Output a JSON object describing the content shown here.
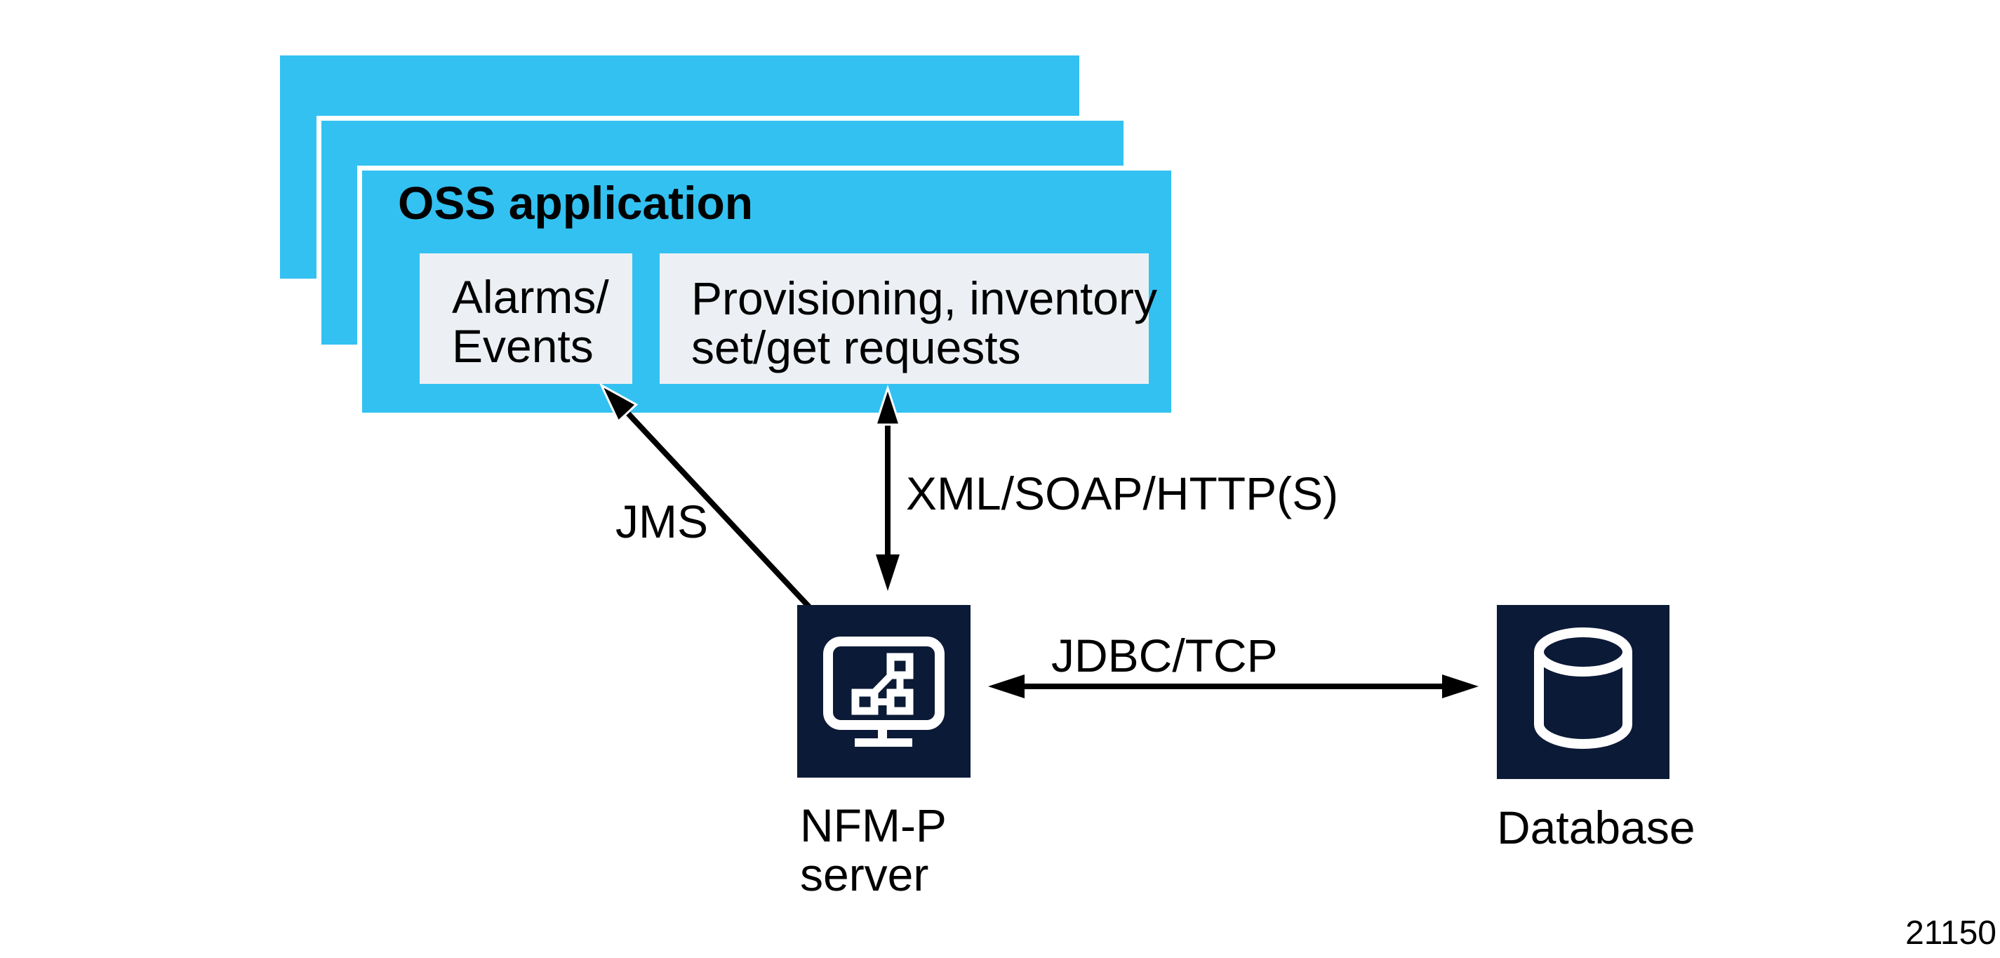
{
  "diagram": {
    "figure_number": "21150",
    "oss_stack": {
      "title": "OSS application",
      "alarms_panel": "Alarms/\nEvents",
      "provisioning_panel": "Provisioning, inventory\nset/get requests"
    },
    "connections": {
      "jms_label": "JMS",
      "xml_soap_label": "XML/SOAP/HTTP(S)",
      "jdbc_label": "JDBC/TCP"
    },
    "nodes": {
      "nfmp_server_label": "NFM-P\nserver",
      "database_label": "Database"
    },
    "icons": {
      "nfmp_server": "monitor-network-topology-icon",
      "database": "database-cylinder-icon"
    },
    "colors": {
      "cyan": "#33C1F1",
      "navy": "#0B1A36",
      "panel": "#ECF0F4",
      "arrow": "#000000",
      "text": "#000000",
      "bg": "#FFFFFF"
    }
  }
}
